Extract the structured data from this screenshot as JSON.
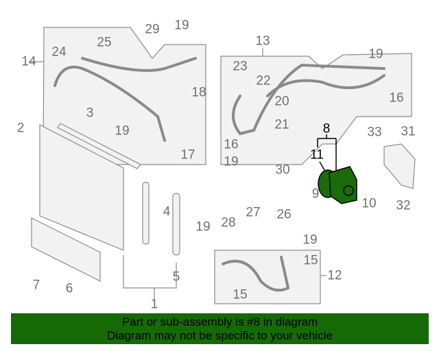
{
  "diagram": {
    "callouts": [
      {
        "id": "29",
        "highlight": false
      },
      {
        "id": "19",
        "highlight": false
      },
      {
        "id": "25",
        "highlight": false
      },
      {
        "id": "24",
        "highlight": false
      },
      {
        "id": "14",
        "highlight": false
      },
      {
        "id": "18",
        "highlight": false
      },
      {
        "id": "17",
        "highlight": false
      },
      {
        "id": "19",
        "highlight": false
      },
      {
        "id": "3",
        "highlight": false
      },
      {
        "id": "2",
        "highlight": false
      },
      {
        "id": "13",
        "highlight": false
      },
      {
        "id": "19",
        "highlight": false
      },
      {
        "id": "23",
        "highlight": false
      },
      {
        "id": "22",
        "highlight": false
      },
      {
        "id": "16",
        "highlight": false
      },
      {
        "id": "20",
        "highlight": false
      },
      {
        "id": "21",
        "highlight": false
      },
      {
        "id": "16",
        "highlight": false
      },
      {
        "id": "19",
        "highlight": false
      },
      {
        "id": "30",
        "highlight": false
      },
      {
        "id": "8",
        "highlight": true
      },
      {
        "id": "11",
        "highlight": true
      },
      {
        "id": "33",
        "highlight": false
      },
      {
        "id": "31",
        "highlight": false
      },
      {
        "id": "9",
        "highlight": false
      },
      {
        "id": "10",
        "highlight": false
      },
      {
        "id": "32",
        "highlight": false
      },
      {
        "id": "4",
        "highlight": false
      },
      {
        "id": "5",
        "highlight": false
      },
      {
        "id": "1",
        "highlight": false
      },
      {
        "id": "6",
        "highlight": false
      },
      {
        "id": "7",
        "highlight": false
      },
      {
        "id": "27",
        "highlight": false
      },
      {
        "id": "28",
        "highlight": false
      },
      {
        "id": "19",
        "highlight": false
      },
      {
        "id": "26",
        "highlight": false
      },
      {
        "id": "19",
        "highlight": false
      },
      {
        "id": "15",
        "highlight": false
      },
      {
        "id": "12",
        "highlight": false
      },
      {
        "id": "15",
        "highlight": false
      }
    ],
    "highlight_color": "#1a6b0a",
    "line_color": "#8a8a8a"
  },
  "banner": {
    "line1": "Part or sub-assembly is #8 in diagram",
    "line2": "Diagram may not be specific to your vehicle",
    "color": "#156a05"
  }
}
